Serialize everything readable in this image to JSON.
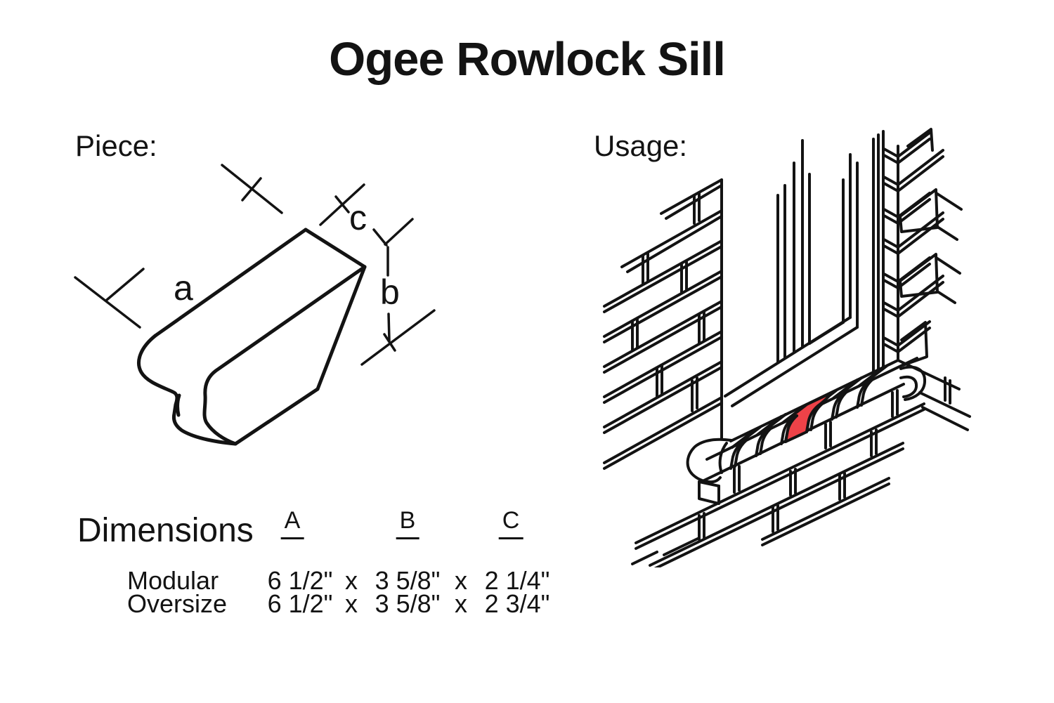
{
  "title": "Ogee Rowlock Sill",
  "piece": {
    "label": "Piece:",
    "dim_a": "a",
    "dim_b": "b",
    "dim_c": "c"
  },
  "usage": {
    "label": "Usage:"
  },
  "table": {
    "title": "Dimensions",
    "columns": [
      "A",
      "B",
      "C"
    ],
    "separator": "x",
    "rows": [
      {
        "name": "Modular",
        "a": "6 1/2\"",
        "b": "3 5/8\"",
        "c": "2 1/4\""
      },
      {
        "name": "Oversize",
        "a": "6 1/2\"",
        "b": "3 5/8\"",
        "c": "2 3/4\""
      }
    ]
  },
  "colors": {
    "line": "#131313",
    "highlight_red": "#EE4248",
    "background": "#FFFFFF"
  }
}
